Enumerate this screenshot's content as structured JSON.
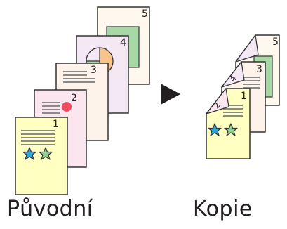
{
  "original": {
    "caption": "Původní",
    "pages": [
      "1",
      "2",
      "3",
      "4",
      "5"
    ]
  },
  "copy": {
    "caption": "Kopie",
    "front_numbers": [
      "1",
      "3",
      "5"
    ],
    "back_numbers": [
      "2",
      "4"
    ]
  },
  "colors": {
    "page1": "#ffffc2",
    "page2": "#fbe6ef",
    "page3": "#fdf3ea",
    "page4": "#f3e8f4",
    "page5": "#fef8ee",
    "lines": "#8a8a8a",
    "outline": "#333333",
    "green_block": "#a7d8a5",
    "pie_orange": "#f9c48a",
    "red_dot": "#ee4b60",
    "star_blue": "#2aa7e1",
    "star_green": "#8fd28f"
  },
  "icons": [
    "star-blue-icon",
    "star-green-icon",
    "red-dot-icon",
    "pie-chart-icon",
    "arrow-right-icon"
  ]
}
